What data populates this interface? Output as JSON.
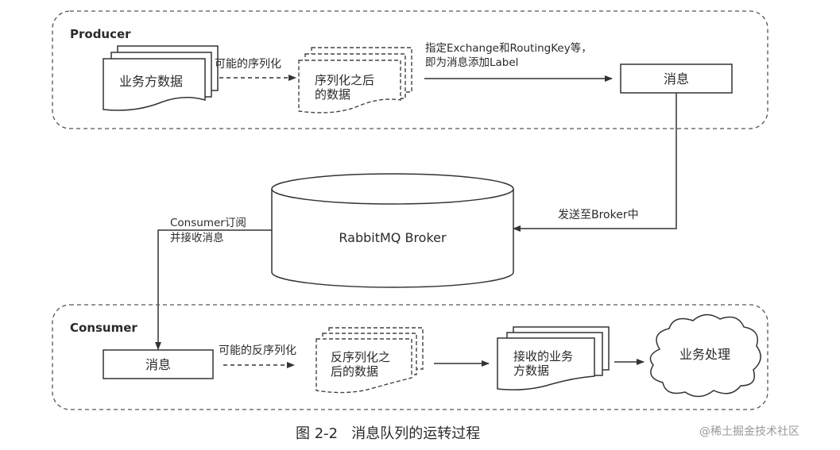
{
  "producer": {
    "title": "Producer",
    "business_data": "业务方数据",
    "serialize_label": "可能的序列化",
    "serialized_data_line1": "序列化之后",
    "serialized_data_line2": "的数据",
    "label_line1": "指定Exchange和RoutingKey等，",
    "label_line2": "即为消息添加Label",
    "message": "消息"
  },
  "broker": {
    "name": "RabbitMQ Broker",
    "send_label": "发送至Broker中",
    "subscribe_line1": "Consumer订阅",
    "subscribe_line2": "并接收消息"
  },
  "consumer": {
    "title": "Consumer",
    "message": "消息",
    "deserialize_label": "可能的反序列化",
    "deserialized_data_line1": "反序列化之",
    "deserialized_data_line2": "后的数据",
    "received_line1": "接收的业务",
    "received_line2": "方数据",
    "processing": "业务处理"
  },
  "caption": "图 2-2   消息队列的运转过程",
  "watermark": "@稀土掘金技术社区"
}
